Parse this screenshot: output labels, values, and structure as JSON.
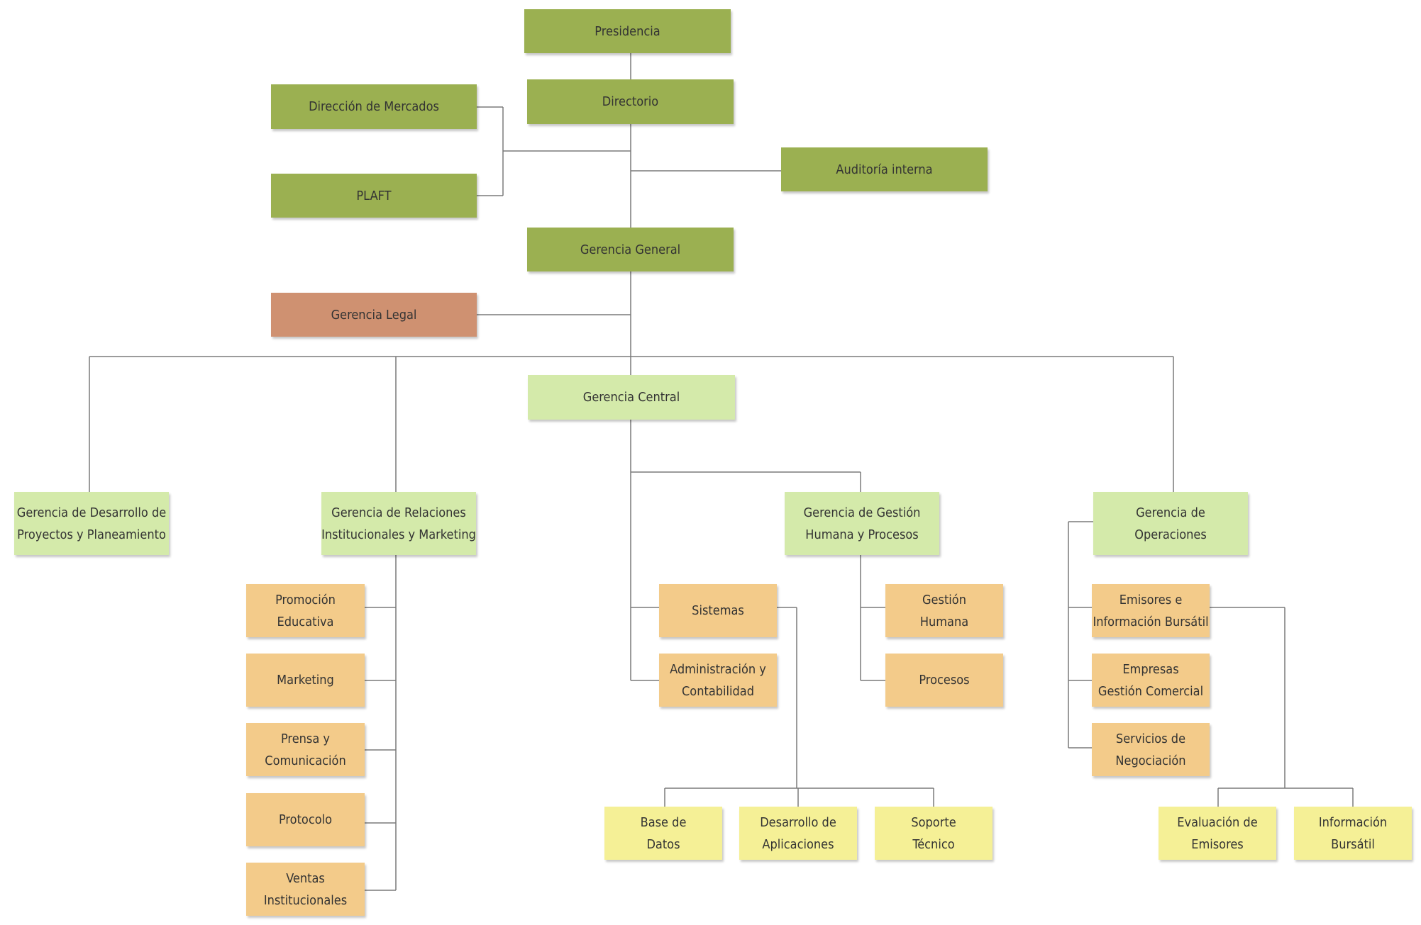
{
  "colors": {
    "top_level": "#9bb051",
    "legal": "#cf9171",
    "gerencias": "#d4eaaa",
    "areas": "#f3cb8a",
    "subareas": "#f5f096",
    "connector": "#7a7a7a"
  },
  "nodes": {
    "presidencia": "Presidencia",
    "directorio": "Directorio",
    "direccion_mercados": "Dirección de Mercados",
    "plaft": "PLAFT",
    "auditoria": "Auditoría interna",
    "gerencia_general": "Gerencia General",
    "gerencia_legal": "Gerencia Legal",
    "gerencia_central": "Gerencia Central",
    "desarrollo_proyectos": "Gerencia  de Desarrollo de\nProyectos y Planeamiento",
    "relaciones_institucionales": "Gerencia de Relaciones\nInstitucionales y Marketing",
    "gestion_humana_procesos": "Gerencia de Gestión\nHumana y Procesos",
    "operaciones": "Gerencia de\nOperaciones",
    "promocion_educativa": "Promoción\nEducativa",
    "marketing": "Marketing",
    "prensa": "Prensa y\nComunicación",
    "protocolo": "Protocolo",
    "ventas": "Ventas\nInstitucionales",
    "sistemas": "Sistemas",
    "administracion": "Administración y\nContabilidad",
    "gestion_humana": "Gestión\nHumana",
    "procesos": "Procesos",
    "emisores": "Emisores e\nInformación Bursátil",
    "empresas": "Empresas\nGestión Comercial",
    "servicios": "Servicios de\nNegociación",
    "base_datos": "Base de\nDatos",
    "desarrollo_aplicaciones": "Desarrollo de\nAplicaciones",
    "soporte": "Soporte\nTécnico",
    "evaluacion_emisores": "Evaluación de\nEmisores",
    "informacion_bursatil": "Información\nBursátil"
  }
}
